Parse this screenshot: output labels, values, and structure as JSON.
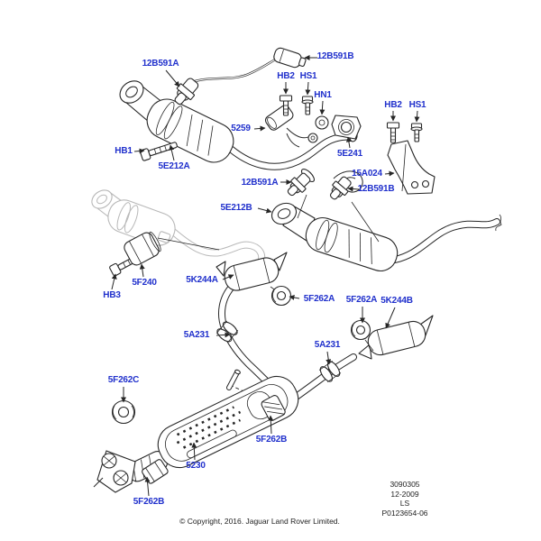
{
  "diagram": {
    "labels": [
      {
        "text": "12B591A"
      },
      {
        "text": "12B591B"
      },
      {
        "text": "HB2"
      },
      {
        "text": "HS1"
      },
      {
        "text": "HN1"
      },
      {
        "text": "HB2"
      },
      {
        "text": "HS1"
      },
      {
        "text": "5259"
      },
      {
        "text": "HB1"
      },
      {
        "text": "5E212A"
      },
      {
        "text": "5E241"
      },
      {
        "text": "15A024"
      },
      {
        "text": "12B591A"
      },
      {
        "text": "12B591B"
      },
      {
        "text": "5E212B"
      },
      {
        "text": "5F240"
      },
      {
        "text": "HB3"
      },
      {
        "text": "5K244A"
      },
      {
        "text": "5F262A"
      },
      {
        "text": "5F262A"
      },
      {
        "text": "5K244B"
      },
      {
        "text": "5A231"
      },
      {
        "text": "5A231"
      },
      {
        "text": "5F262C"
      },
      {
        "text": "5230"
      },
      {
        "text": "5F262B"
      },
      {
        "text": "5F262B"
      }
    ]
  },
  "footer": {
    "copyright": "© Copyright, 2016. Jaguar Land Rover Limited.",
    "plate": {
      "code": "3090305",
      "date": "12-2009",
      "model": "LS",
      "drawing": "P0123654-06"
    }
  },
  "colors": {
    "label": "#2030cc",
    "line": "#262626",
    "ghost": "#b8b8b8"
  }
}
